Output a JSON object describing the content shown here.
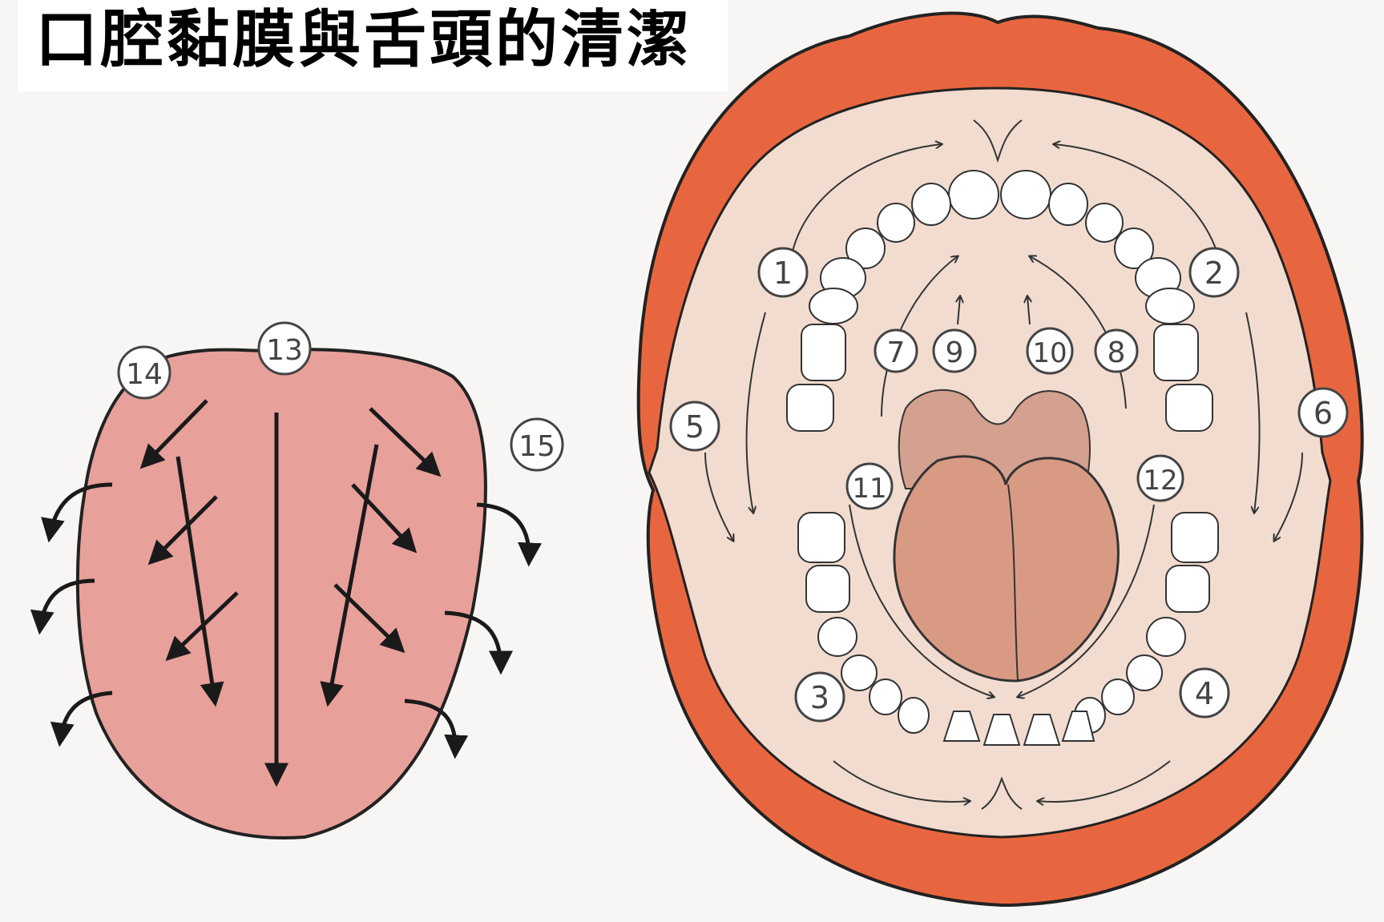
{
  "title": "口腔黏膜與舌頭的清潔",
  "colors": {
    "lip": "#e8663f",
    "mouth_interior": "#f2dcd0",
    "tongue_flat": "#e8a09a",
    "tongue_in_mouth": "#d99a84",
    "tongue_tip": "#d4a08f",
    "tooth": "#ffffff",
    "outline": "#222222"
  },
  "tongue_labels": [
    "14",
    "13",
    "15"
  ],
  "mouth_labels": [
    "1",
    "2",
    "3",
    "4",
    "5",
    "6",
    "7",
    "8",
    "9",
    "10",
    "11",
    "12"
  ]
}
